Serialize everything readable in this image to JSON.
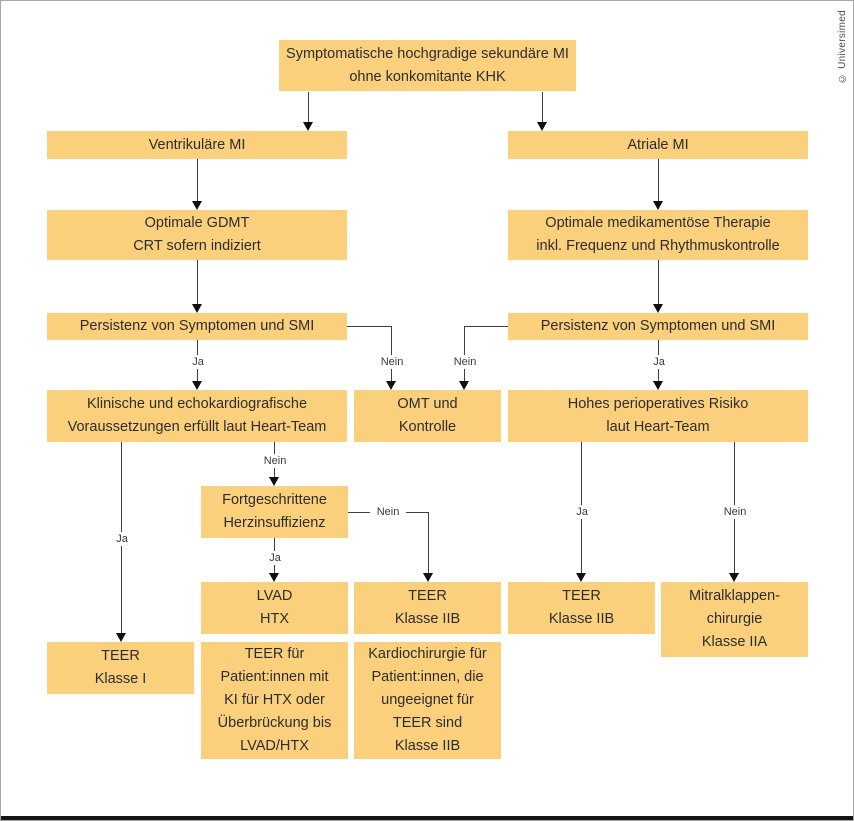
{
  "copyright": "© Universimed",
  "labels": {
    "ja": "Ja",
    "nein": "Nein"
  },
  "colors": {
    "node_fill": "#FBD07C",
    "line": "#3f3f3f",
    "text": "#2d2d2d"
  },
  "nodes": {
    "root": {
      "line1": "Symptomatische hochgradige sekundäre MI",
      "line2": "ohne konkomitante KHK"
    },
    "ventricular": {
      "line1": "Ventrikuläre MI"
    },
    "atrial": {
      "line1": "Atriale MI"
    },
    "gdmt": {
      "line1": "Optimale GDMT",
      "line2": "CRT sofern indiziert"
    },
    "med_therapy": {
      "line1": "Optimale medikamentöse Therapie",
      "line2": "inkl. Frequenz und Rhythmuskontrolle"
    },
    "persistence_left": {
      "line1": "Persistenz von Symptomen und SMI"
    },
    "persistence_right": {
      "line1": "Persistenz von Symptomen und SMI"
    },
    "clinical": {
      "line1": "Klinische und echokardiografische",
      "line2": "Voraussetzungen erfüllt laut Heart-Team"
    },
    "omt_control": {
      "line1": "OMT und",
      "line2": "Kontrolle"
    },
    "high_risk": {
      "line1": "Hohes perioperatives Risiko",
      "line2": "laut Heart-Team"
    },
    "advanced_hf": {
      "line1": "Fortgeschrittene",
      "line2": "Herzinsuffizienz"
    },
    "lvad_htx": {
      "line1": "LVAD",
      "line2": "HTX"
    },
    "teer_iib_mid": {
      "line1": "TEER",
      "line2": "Klasse IIB"
    },
    "teer_iib_right": {
      "line1": "TEER",
      "line2": "Klasse IIB"
    },
    "mv_surgery": {
      "line1": "Mitralklappen-",
      "line2": "chirurgie",
      "line3": "Klasse IIA"
    },
    "teer_i": {
      "line1": "TEER",
      "line2": "Klasse I"
    },
    "teer_for": {
      "line1": "TEER für",
      "line2": "Patient:innen mit",
      "line3": "KI für HTX oder",
      "line4": "Überbrückung bis",
      "line5": "LVAD/HTX"
    },
    "cardiac_surgery": {
      "line1": "Kardiochirurgie für",
      "line2": "Patient:innen, die",
      "line3": "ungeeignet für",
      "line4": "TEER sind",
      "line5": "Klasse IIB"
    }
  }
}
